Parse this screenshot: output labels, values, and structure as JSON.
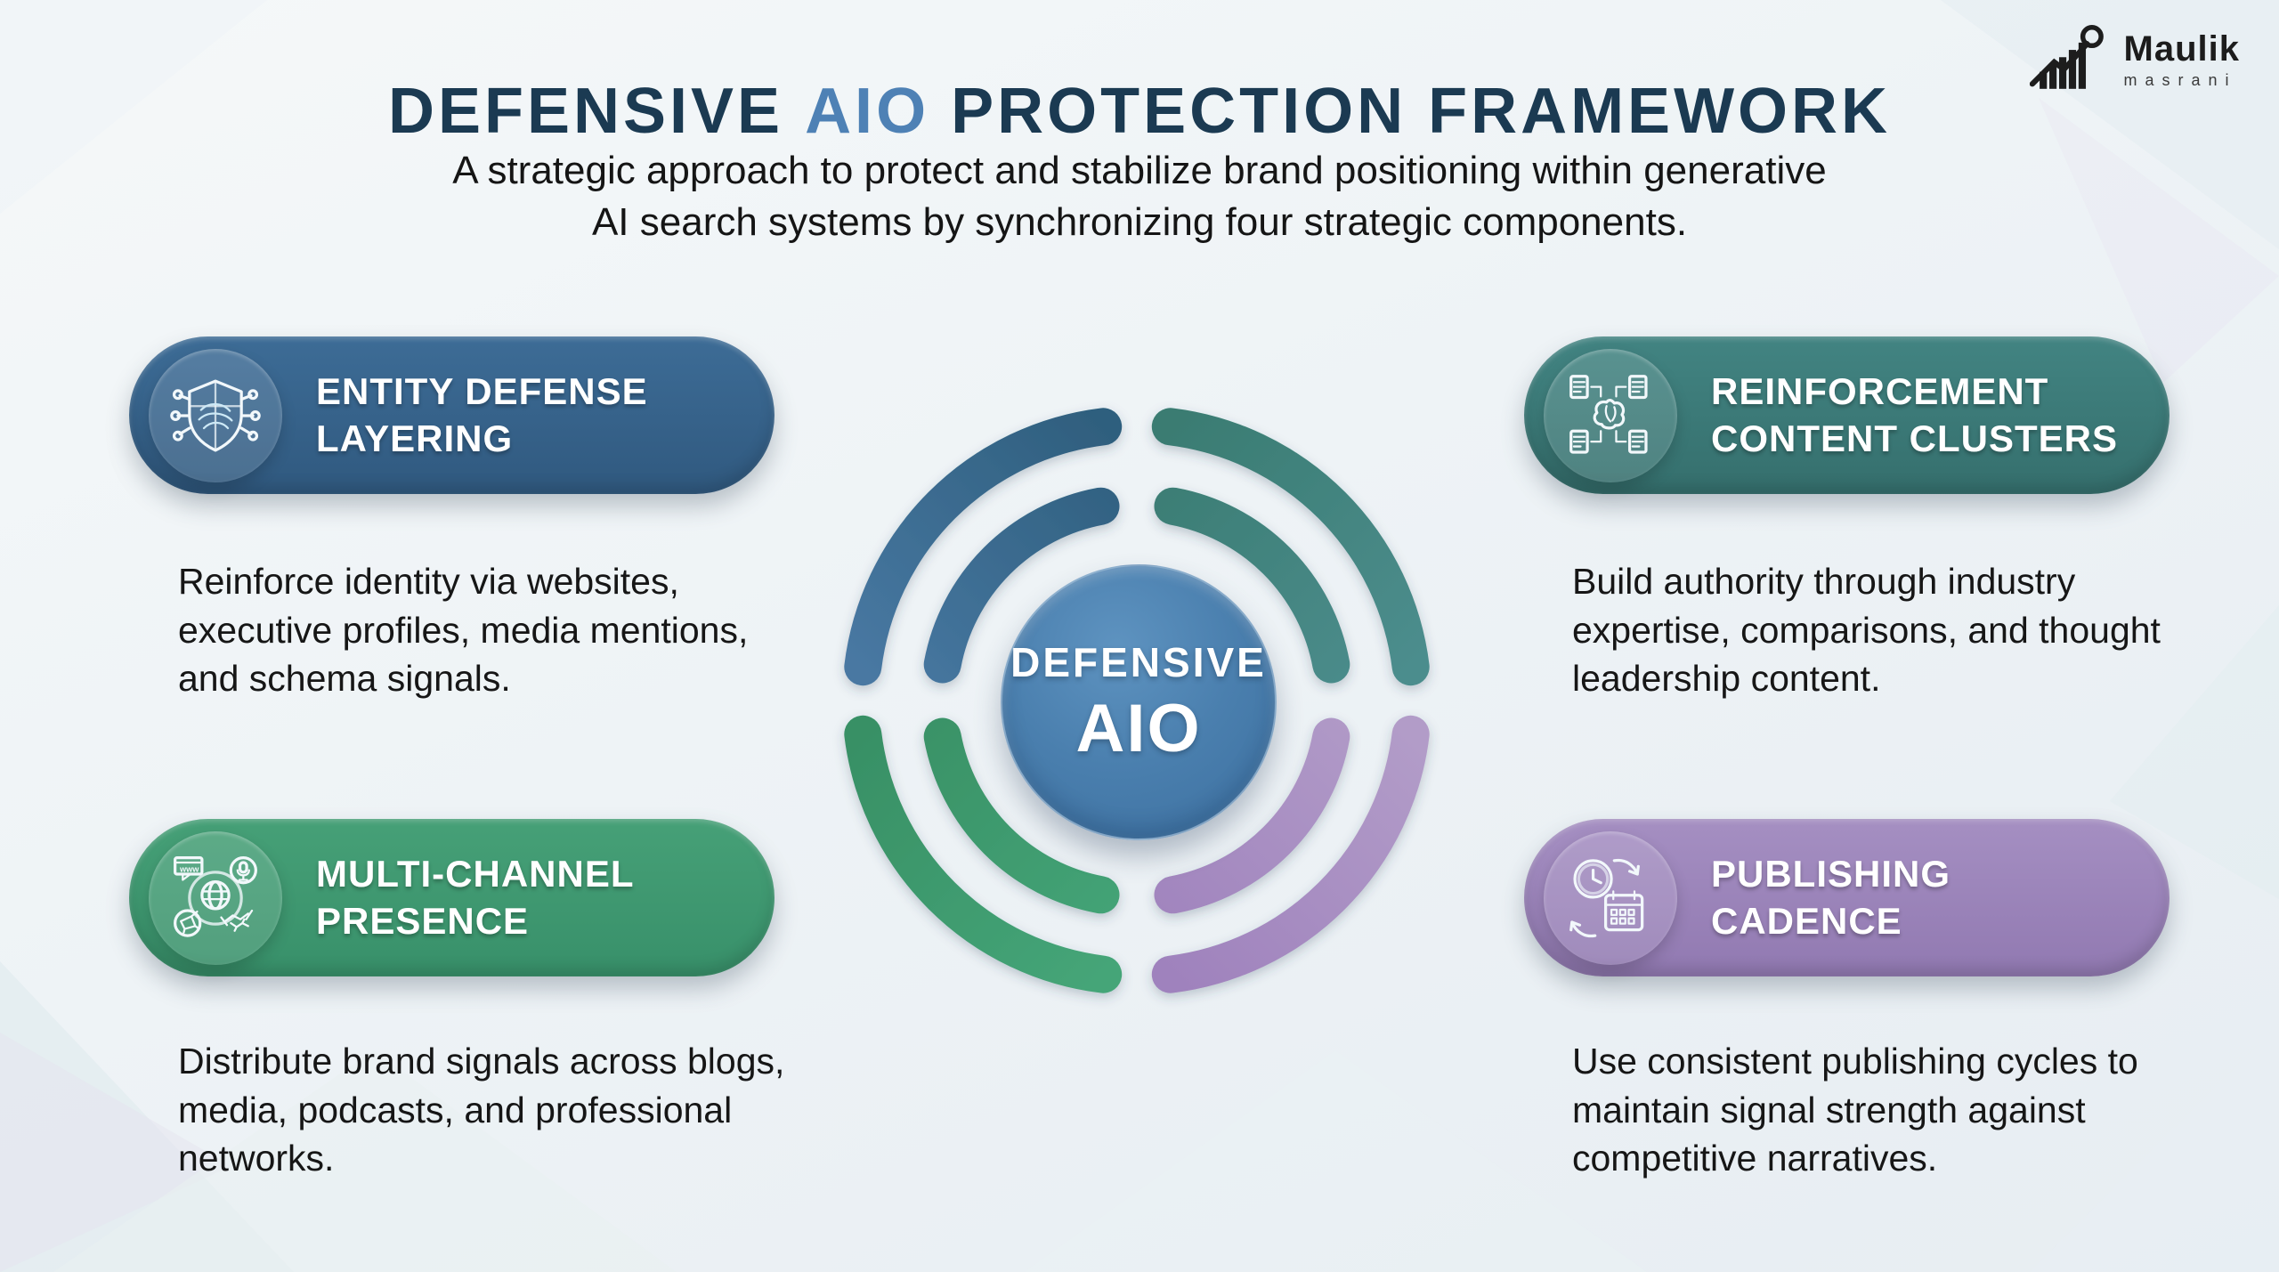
{
  "brand": {
    "name": "Maulik",
    "subname": "masrani"
  },
  "header": {
    "title_prefix": "DEFENSIVE",
    "title_highlight": "AIO",
    "title_suffix": "PROTECTION FRAMEWORK",
    "title_color": "#1b3a52",
    "highlight_color": "#4e81b5",
    "subtitle_line1": "A strategic approach to protect and stabilize brand positioning within generative",
    "subtitle_line2": "AI search systems by synchronizing four strategic components."
  },
  "center": {
    "label_line1": "DEFENSIVE",
    "label_line2": "AIO",
    "circle_color": "#4a7fae"
  },
  "quadrants": [
    {
      "key": "entity-defense-layering",
      "title_line1": "ENTITY DEFENSE",
      "title_line2": "LAYERING",
      "description": "Reinforce identity via websites, executive profiles, media mentions, and schema signals.",
      "color": "#36648e",
      "icon": "shield-network-icon"
    },
    {
      "key": "reinforcement-content-clusters",
      "title_line1": "REINFORCEMENT",
      "title_line2": "CONTENT CLUSTERS",
      "description": "Build authority through industry expertise, comparisons, and thought leadership content.",
      "color": "#3d7e7c",
      "icon": "documents-brain-icon"
    },
    {
      "key": "multi-channel-presence",
      "title_line1": "MULTI-CHANNEL",
      "title_line2": "PRESENCE",
      "description": "Distribute brand signals across blogs, media, podcasts, and professional networks.",
      "color": "#3f9a72",
      "icon": "multi-channel-icon"
    },
    {
      "key": "publishing-cadence",
      "title_line1": "PUBLISHING",
      "title_line2": "CADENCE",
      "description": "Use consistent publishing cycles to maintain signal strength against competitive narratives.",
      "color": "#9c85bb",
      "icon": "clock-calendar-icon"
    }
  ],
  "ring_colors": {
    "top_left": "#36648e",
    "top_right": "#3d7e7c",
    "bottom_left": "#3f9a72",
    "bottom_right": "#9c85bb"
  }
}
